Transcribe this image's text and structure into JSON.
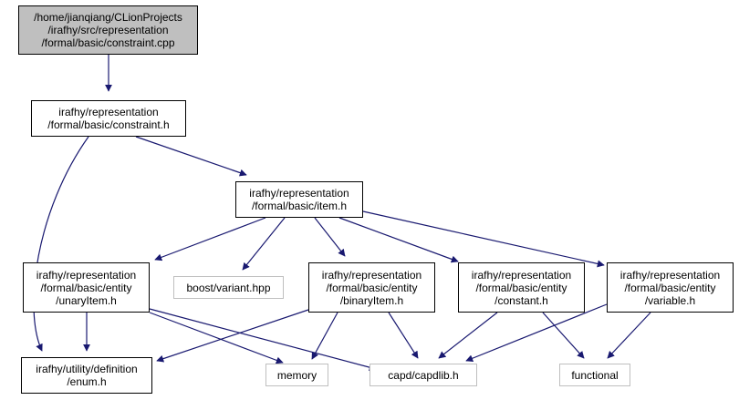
{
  "colors": {
    "edge": "#191970",
    "root_fill": "#bfbfbf",
    "node_border": "#000000",
    "external_border": "#bfbfbf"
  },
  "nodes": {
    "root": [
      "/home/jianqiang/CLionProjects",
      "/irafhy/src/representation",
      "/formal/basic/constraint.cpp"
    ],
    "constraint_h": [
      "irafhy/representation",
      "/formal/basic/constraint.h"
    ],
    "item_h": [
      "irafhy/representation",
      "/formal/basic/item.h"
    ],
    "unaryItem_h": [
      "irafhy/representation",
      "/formal/basic/entity",
      "/unaryItem.h"
    ],
    "boost_variant": [
      "boost/variant.hpp"
    ],
    "binaryItem_h": [
      "irafhy/representation",
      "/formal/basic/entity",
      "/binaryItem.h"
    ],
    "constant_h": [
      "irafhy/representation",
      "/formal/basic/entity",
      "/constant.h"
    ],
    "variable_h": [
      "irafhy/representation",
      "/formal/basic/entity",
      "/variable.h"
    ],
    "enum_h": [
      "irafhy/utility/definition",
      "/enum.h"
    ],
    "memory": [
      "memory"
    ],
    "capdlib_h": [
      "capd/capdlib.h"
    ],
    "functional": [
      "functional"
    ]
  }
}
